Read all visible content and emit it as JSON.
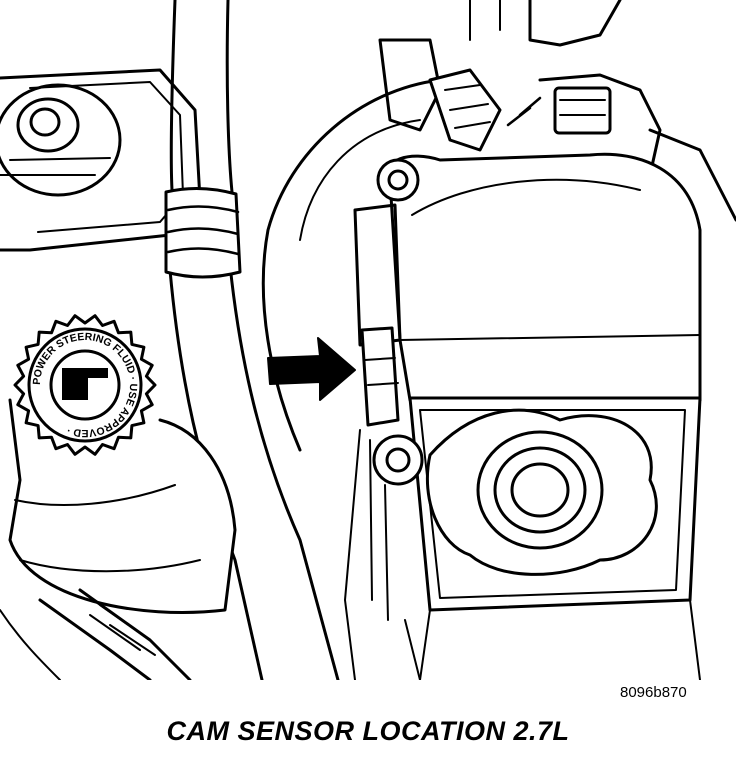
{
  "diagram": {
    "cap_text": "POWER STEERING FLUID · USE APPROVED ·",
    "figure_code": "8096b870",
    "caption": "CAM SENSOR LOCATION 2.7L",
    "colors": {
      "ink": "#000000",
      "paper": "#ffffff"
    }
  }
}
